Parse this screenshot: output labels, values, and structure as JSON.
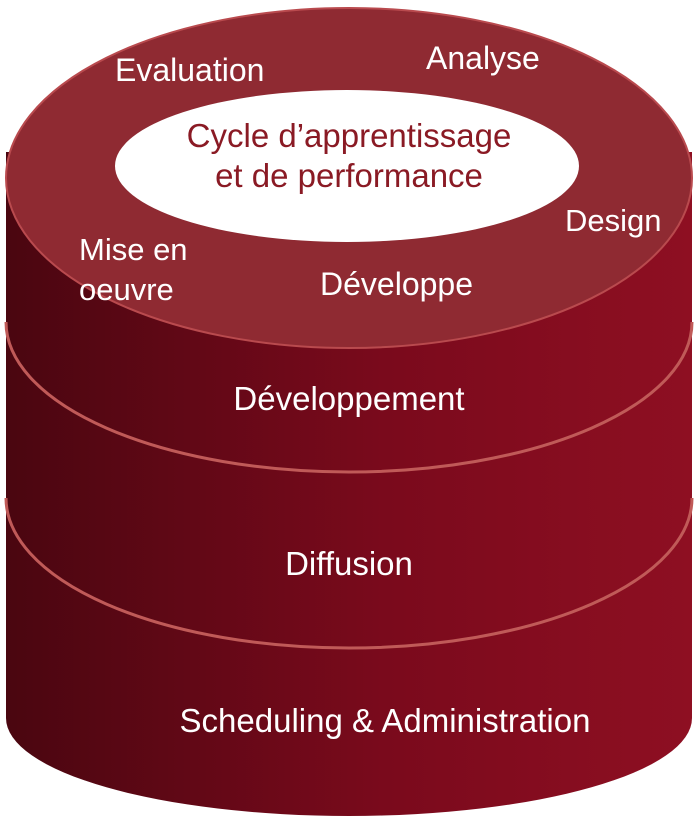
{
  "colors": {
    "body_dark": "#4a0610",
    "body_mid": "#7a0a1c",
    "body_light": "#8e0f22",
    "top_face": "#8f2a32",
    "rim": "#b94a4e",
    "separator": "#c05a58",
    "oval_fill": "#ffffff",
    "title_text": "#8a1a24",
    "label_text": "#ffffff"
  },
  "cycle": {
    "title_line1": "Cycle d’apprentissage",
    "title_line2": "et de performance",
    "phases": {
      "evaluation": "Evaluation",
      "analyse": "Analyse",
      "design": "Design",
      "developpe": "Développe",
      "mise_en_oeuvre_line1": "Mise en",
      "mise_en_oeuvre_line2": "oeuvre"
    }
  },
  "layers": {
    "developpement": "Développement",
    "diffusion": "Diffusion",
    "scheduling": "Scheduling & Administration"
  }
}
